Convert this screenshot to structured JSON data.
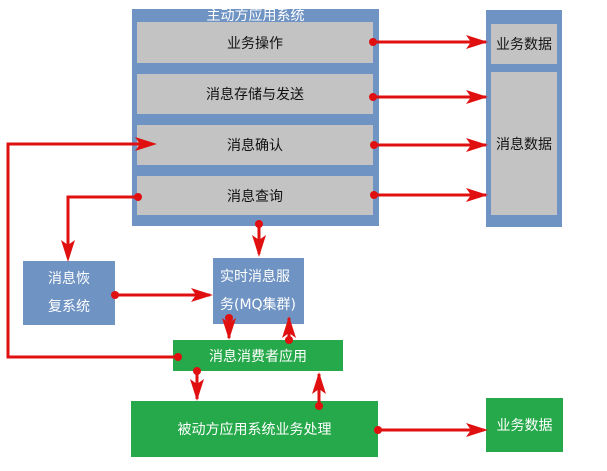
{
  "colors": {
    "container_blue": "#6f93c3",
    "row_gray": "#c3c3c3",
    "green": "#25a94a",
    "arrow_red": "#e01010"
  },
  "active_system": {
    "title": "主动方应用系统",
    "rows": [
      {
        "label": "业务操作"
      },
      {
        "label": "消息存储与发送"
      },
      {
        "label": "消息确认"
      },
      {
        "label": "消息查询"
      }
    ]
  },
  "storage": {
    "business_data": "业务数据",
    "message_data": "消息数据"
  },
  "recovery_system": {
    "line1": "消息恢",
    "line2": "复系统"
  },
  "mq_service": {
    "line1": "实时消息服",
    "line2": "务(MQ集群)"
  },
  "consumer_app": {
    "label": "消息消费者应用"
  },
  "passive_system": {
    "label": "被动方应用系统业务处理"
  },
  "passive_business_data": {
    "label": "业务数据"
  }
}
